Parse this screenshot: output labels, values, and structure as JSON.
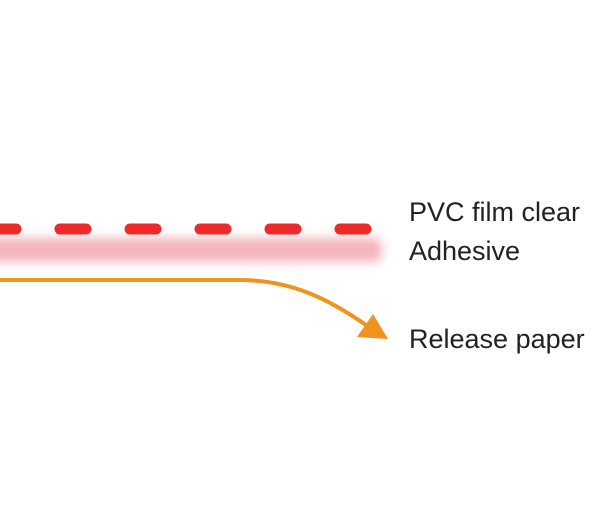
{
  "layers": [
    {
      "id": "pvc",
      "label": "PVC film clear",
      "color": "#ee2a2a",
      "style": "dashed"
    },
    {
      "id": "adhesive",
      "label": "Adhesive",
      "color": "#f2a7ad",
      "style": "blurred-band"
    },
    {
      "id": "release",
      "label": "Release paper",
      "color": "#f0921e",
      "style": "curved-arrow"
    }
  ]
}
